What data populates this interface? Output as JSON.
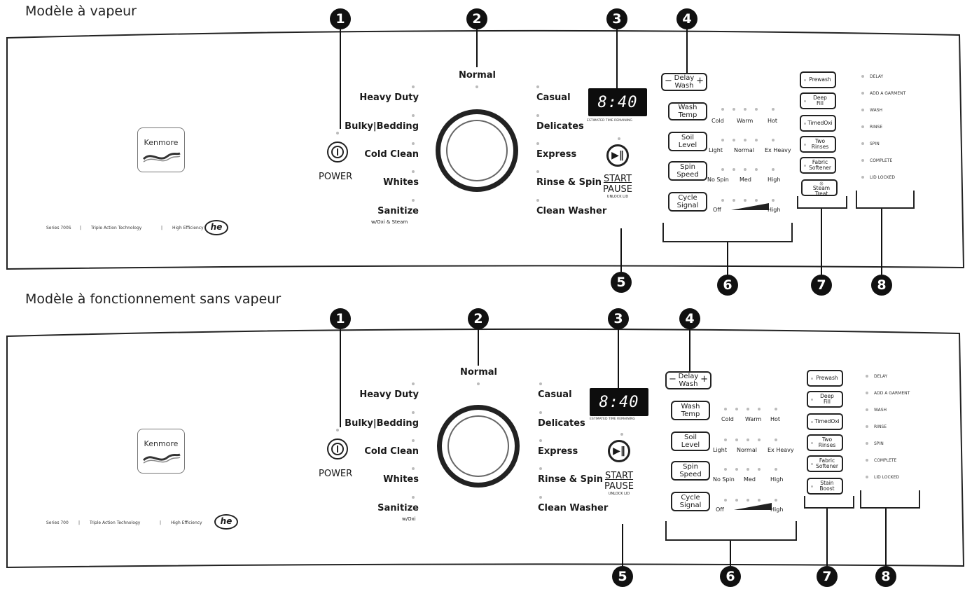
{
  "sections": [
    {
      "title": "Modèle à vapeur",
      "footer": {
        "series": "Series 700S",
        "tech": "Triple Action Technology",
        "he": "High Efficiency",
        "he_logo": "he"
      },
      "cycles_left": [
        "Heavy Duty",
        "Bulky|Bedding",
        "Cold Clean",
        "Whites",
        "Sanitize"
      ],
      "sanitize_sub": "w/Oxi & Steam",
      "options": [
        "Prewash",
        "Deep Fill",
        "TimedOxi",
        "Two Rinses",
        "Fabric Softener",
        "Steam Treat"
      ]
    },
    {
      "title": "Modèle à fonctionnement sans vapeur",
      "footer": {
        "series": "Series 700",
        "tech": "Triple Action Technology",
        "he": "High Efficiency",
        "he_logo": "he"
      },
      "cycles_left": [
        "Heavy Duty",
        "Bulky|Bedding",
        "Cold Clean",
        "Whites",
        "Sanitize"
      ],
      "sanitize_sub": "w/Oxi",
      "options": [
        "Prewash",
        "Deep Fill",
        "TimedOxi",
        "Two Rinses",
        "Fabric Softener",
        "Stain Boost"
      ]
    }
  ],
  "common": {
    "brand": "Kenmore",
    "power": "POWER",
    "normal": "Normal",
    "cycles_right": [
      "Casual",
      "Delicates",
      "Express",
      "Rinse & Spin",
      "Clean Washer"
    ],
    "display": "8:40",
    "est_time": "ESTIMATED TIME REMAINING",
    "start": "START",
    "pause": "PAUSE",
    "unlock": "UNLOCK LID",
    "delay_wash": "Delay Wash",
    "minus": "−",
    "plus": "+",
    "wash_temp": "Wash Temp",
    "soil_level": "Soil Level",
    "spin_speed": "Spin Speed",
    "cycle_signal": "Cycle Signal",
    "temp_opts": [
      "Cold",
      "Warm",
      "Hot"
    ],
    "soil_opts": [
      "Light",
      "Normal",
      "Ex Heavy"
    ],
    "spin_opts": [
      "No Spin",
      "Med",
      "High"
    ],
    "signal_opts": [
      "Off",
      "High"
    ],
    "status": [
      "DELAY",
      "ADD A GARMENT",
      "WASH",
      "RINSE",
      "SPIN",
      "COMPLETE",
      "LID LOCKED"
    ],
    "callouts": [
      "1",
      "2",
      "3",
      "4",
      "5",
      "6",
      "7",
      "8"
    ]
  }
}
